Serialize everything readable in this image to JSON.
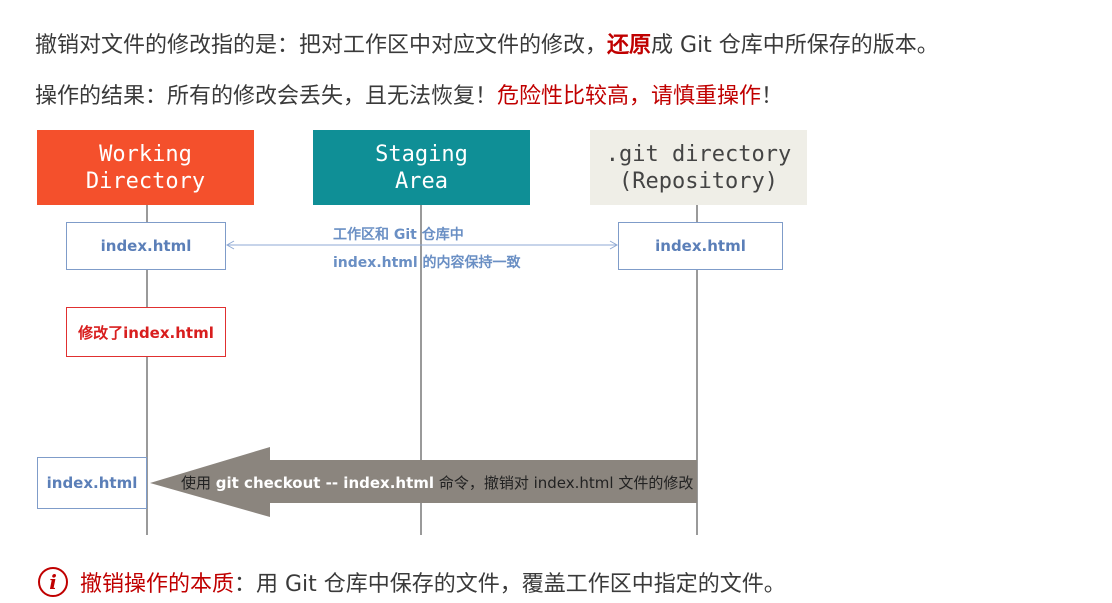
{
  "intro": {
    "line1_a": "撤销对文件的修改指的是：把对工作区中对应文件的修改，",
    "line1_red": "还原",
    "line1_b": "成 Git 仓库中所保存的版本。",
    "line2_a": "操作的结果：所有的修改会丢失，且无法恢复！",
    "line2_red": "危险性比较高，请慎重操作",
    "line2_b": "！"
  },
  "areas": {
    "working": [
      "Working",
      "Directory"
    ],
    "staging": [
      "Staging",
      "Area"
    ],
    "repo": [
      ".git directory",
      "(Repository)"
    ]
  },
  "colors": {
    "working": "#f4502c",
    "staging": "#0f8f96",
    "repo": "#efeee7",
    "arrow": "#8b857e",
    "accent": "#c00000"
  },
  "files": {
    "working_file": "index.html",
    "repo_file": "index.html",
    "modified": "修改了index.html",
    "restored": "index.html"
  },
  "sync_note": {
    "line1": "工作区和 Git 仓库中",
    "line2": "index.html 的内容保持一致"
  },
  "arrow_label": {
    "a": "使用 ",
    "cmd": "git checkout -- index.html",
    "b": " 命令，撤销对 index.html 文件的修改"
  },
  "note": {
    "icon": "info-icon",
    "red": "撤销操作的本质",
    "text": "：用 Git 仓库中保存的文件，覆盖工作区中指定的文件。"
  }
}
